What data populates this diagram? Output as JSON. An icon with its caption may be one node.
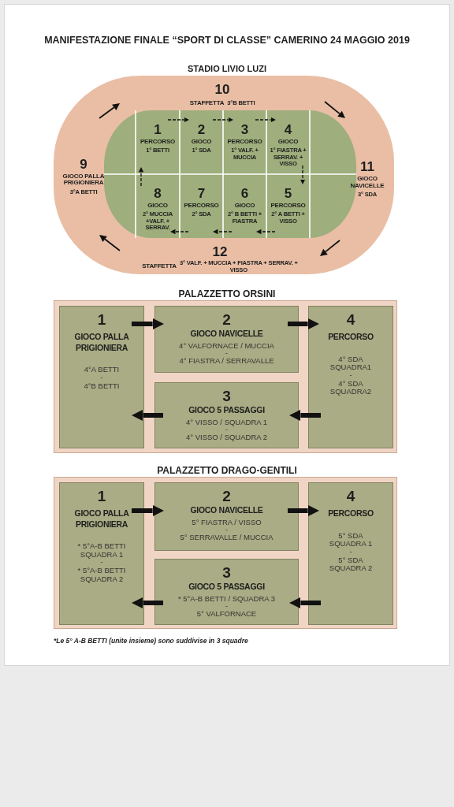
{
  "diagram": {
    "title": "MANIFESTAZIONE FINALE “SPORT DI CLASSE” CAMERINO 24 MAGGIO 2019",
    "nodes": [
      {
        "text": [
          "1",
          "PERCORSO",
          "1° BETTI"
        ]
      },
      {
        "text": [
          "2",
          "GIOCO",
          "1° SDA"
        ]
      },
      {
        "text": [
          "3",
          "PERCORSO",
          "1° VALF. + MUCCIA"
        ]
      },
      {
        "text": [
          "4",
          "GIOCO",
          "1° FIASTRA + SERRAV. + VISSO"
        ]
      },
      {
        "text": [
          "5",
          "PERCORSO",
          "2° A BETTI + VISSO"
        ]
      },
      {
        "text": [
          "6",
          "GIOCO",
          "2° B BETTI + FIASTRA"
        ]
      },
      {
        "text": [
          "7",
          "PERCORSO",
          "2° SDA"
        ]
      },
      {
        "text": [
          "8",
          "GIOCO",
          "2° MUCCIA +VALF. + SERRAV."
        ]
      },
      {
        "text": [
          "9",
          "GIOCO PALLA PRIGIONIERA",
          "3°A BETTI"
        ]
      },
      {
        "text": [
          "10",
          "STAFFETTA",
          "3°B BETTI"
        ]
      },
      {
        "text": [
          "11",
          "GIOCO NAVICELLE",
          "3° SDA"
        ]
      },
      {
        "text": [
          "12",
          "STAFFETTA",
          "3° VALF. + MUCCIA + FIASTRA + SERRAV. + VISSO"
        ]
      },
      {
        "text": [],
        "shape": "box"
      },
      {
        "text": [
          "1",
          "GIOCO PALLA PRIGIONIERA",
          "4°A BETTI",
          "-",
          "4°B BETTI"
        ],
        "in": 12
      },
      {
        "text": [
          "2",
          "GIOCO NAVICELLE",
          "4° VALFORNACE / MUCCIA",
          "-",
          "4° FIASTRA / SERRAVALLE"
        ],
        "in": 12
      },
      {
        "text": [
          "3",
          "GIOCO 5 PASSAGGI",
          "4° VISSO / SQUADRA 1",
          "-",
          "4° VISSO / SQUADRA 2"
        ],
        "in": 12
      },
      {
        "text": [
          "4",
          "PERCORSO",
          "4° SDA SQUADRA1",
          "-",
          "4° SDA SQUADRA2"
        ],
        "in": 12
      },
      {
        "text": [],
        "shape": "box"
      },
      {
        "text": [
          "1",
          "GIOCO PALLA PRIGIONIERA",
          "* 5°A-B BETTI SQUADRA 1",
          "-",
          "* 5°A-B BETTI SQUADRA 2"
        ],
        "in": 17
      },
      {
        "text": [
          "2",
          "GIOCO NAVICELLE",
          "5° FIASTRA / VISSO",
          "-",
          "5° SERRAVALLE / MUCCIA"
        ],
        "in": 17
      },
      {
        "text": [
          "3",
          "GIOCO 5 PASSAGGI",
          "* 5°A-B BETTI / SQUADRA 3",
          "-",
          "5° VALFORNACE"
        ],
        "in": 17
      },
      {
        "text": [
          "4",
          "PERCORSO",
          "5° SDA SQUADRA 1",
          "-",
          "5° SDA SQUADRA 2"
        ],
        "in": 17
      }
    ],
    "edges": [
      {
        "from": 0,
        "to": 1,
        "arrow": "to",
        "style": "dashed"
      },
      {
        "from": 1,
        "to": 2,
        "arrow": "to",
        "style": "dashed"
      },
      {
        "from": 2,
        "to": 3,
        "arrow": "to",
        "style": "dashed"
      },
      {
        "from": 3,
        "to": 4,
        "arrow": "to",
        "style": "dashed"
      },
      {
        "from": 4,
        "to": 5,
        "arrow": "to",
        "style": "dashed"
      },
      {
        "from": 5,
        "to": 6,
        "arrow": "to",
        "style": "dashed"
      },
      {
        "from": 6,
        "to": 7,
        "arrow": "to",
        "style": "dashed"
      },
      {
        "from": 7,
        "to": 0,
        "arrow": "to",
        "style": "dashed"
      },
      {
        "from": 13,
        "to": 14,
        "arrow": "to",
        "style": "thick"
      },
      {
        "from": 14,
        "to": 16,
        "arrow": "to",
        "style": "thick"
      },
      {
        "from": 16,
        "to": 15,
        "arrow": "to",
        "style": "thick"
      },
      {
        "from": 15,
        "to": 13,
        "arrow": "to",
        "style": "thick"
      },
      {
        "from": 18,
        "to": 19,
        "arrow": "to",
        "style": "thick"
      },
      {
        "from": 19,
        "to": 21,
        "arrow": "to",
        "style": "thick"
      },
      {
        "from": 21,
        "to": 20,
        "arrow": "to",
        "style": "thick"
      },
      {
        "from": 20,
        "to": 18,
        "arrow": "to",
        "style": "thick"
      }
    ],
    "labels": [
      "STADIO LIVIO LUZI",
      "PALAZZETTO ORSINI",
      "PALAZZETTO DRAGO-GENTILI",
      "*Le 5° A-B BETTI (unite insieme) sono suddivise in 3 squadre"
    ]
  }
}
